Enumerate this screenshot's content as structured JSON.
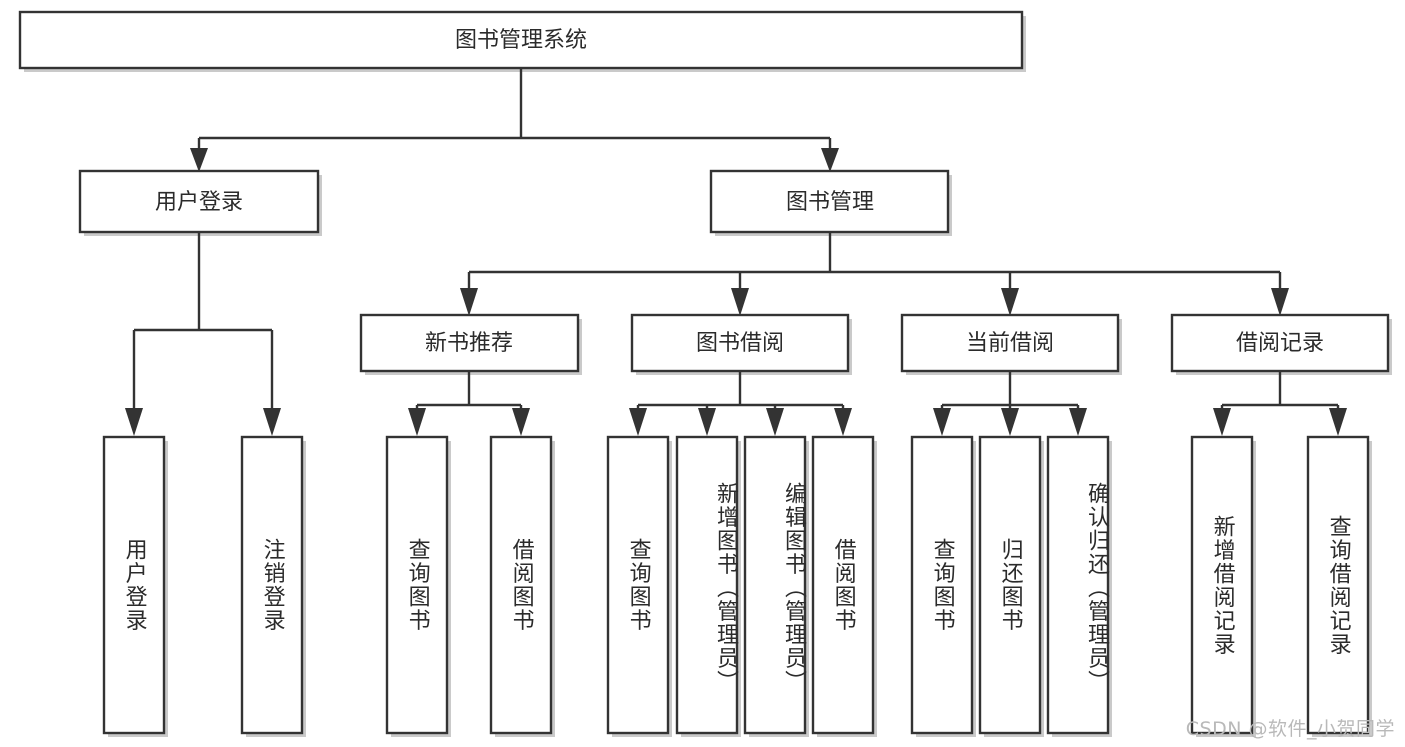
{
  "diagram": {
    "title": "图书管理系统",
    "type": "tree-hierarchy-chart",
    "root": {
      "label": "图书管理系统"
    },
    "level2": [
      {
        "label": "用户登录"
      },
      {
        "label": "图书管理"
      }
    ],
    "level3": [
      {
        "label": "新书推荐"
      },
      {
        "label": "图书借阅"
      },
      {
        "label": "当前借阅"
      },
      {
        "label": "借阅记录"
      }
    ],
    "leaves": {
      "user_login": [
        {
          "label": "用户登录"
        },
        {
          "label": "注销登录"
        }
      ],
      "new_book_recommend": [
        {
          "label": "查询图书"
        },
        {
          "label": "借阅图书"
        }
      ],
      "book_borrow": [
        {
          "label": "查询图书"
        },
        {
          "label": "新增图书（管理员）"
        },
        {
          "label": "编辑图书（管理员）"
        },
        {
          "label": "借阅图书"
        }
      ],
      "current_borrow": [
        {
          "label": "查询图书"
        },
        {
          "label": "归还图书"
        },
        {
          "label": "确认归还（管理员）"
        }
      ],
      "borrow_record": [
        {
          "label": "新增借阅记录"
        },
        {
          "label": "查询借阅记录"
        }
      ]
    }
  },
  "watermark": {
    "text": "CSDN @软件_小贺同学"
  },
  "colors": {
    "stroke": "#333333",
    "fill": "#ffffff",
    "text": "#2b2b2b",
    "shadow": "#b8b8b8",
    "watermark": "#b9b9b9"
  }
}
